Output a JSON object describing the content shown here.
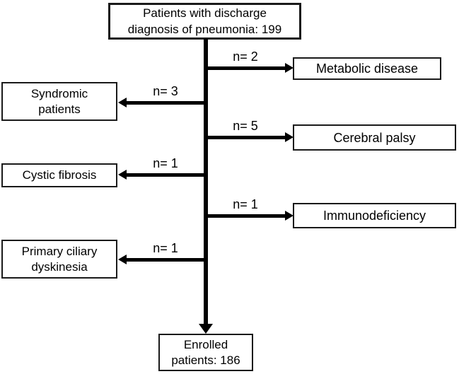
{
  "figure": {
    "type": "patient-enrollment-flowchart",
    "colors": {
      "background": "#ffffff",
      "ink": "#000000",
      "box_fill": "#ffffff",
      "box_border": "#1a1a1a"
    },
    "start_node": {
      "lines": [
        "Patients with discharge",
        "diagnosis of pneumonia: 199"
      ]
    },
    "end_node": {
      "lines": [
        "Enrolled",
        "patients: 186"
      ]
    },
    "right_exclusions": [
      {
        "count": "n= 2",
        "label": "Metabolic disease"
      },
      {
        "count": "n= 5",
        "label": "Cerebral palsy"
      },
      {
        "count": "n= 1",
        "label": "Immunodeficiency"
      }
    ],
    "left_exclusions": [
      {
        "count": "n= 3",
        "lines": [
          "Syndromic",
          "patients"
        ]
      },
      {
        "count": "n= 1",
        "lines": [
          "Cystic fibrosis"
        ]
      },
      {
        "count": "n= 1",
        "lines": [
          "Primary ciliary",
          "dyskinesia"
        ]
      }
    ]
  }
}
